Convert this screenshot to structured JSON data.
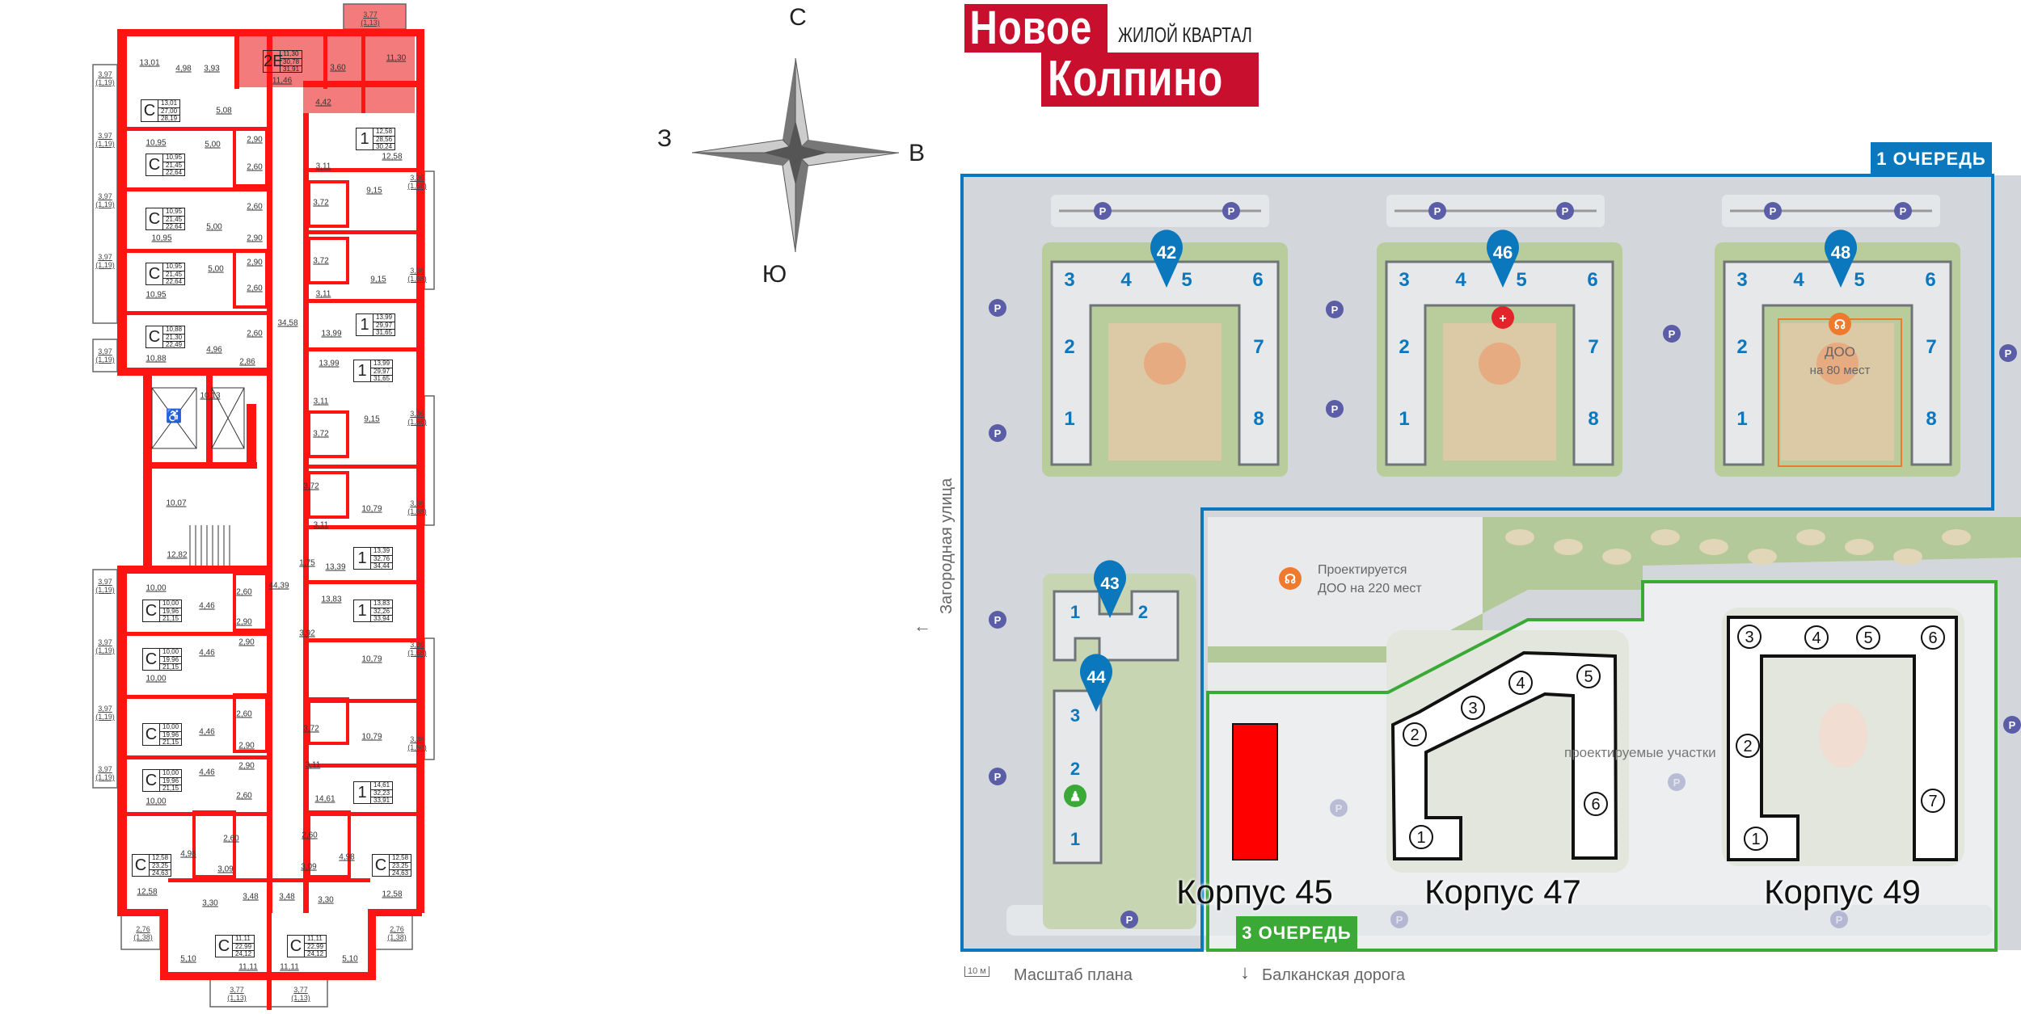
{
  "colors": {
    "plan_wall": "#ff1414",
    "plan_highlight": "#f47b7b",
    "brand_red": "#c8102e",
    "phase1_blue": "#0b78bd",
    "phase3_green": "#3aa935",
    "selected_building": "#ff0000",
    "parking": "#5b5ea6",
    "medical": "#e3242b",
    "kindergarten": "#ee7a2e",
    "school": "#3aa935"
  },
  "floorplan": {
    "highlighted_apartment": "2E",
    "apartments": [
      {
        "type": "C",
        "areas": [
          "13,01",
          "27,00",
          "28,19"
        ]
      },
      {
        "type": "C",
        "areas": [
          "10,95",
          "21,45",
          "22,64"
        ]
      },
      {
        "type": "C",
        "areas": [
          "10,95",
          "21,45",
          "22,64"
        ]
      },
      {
        "type": "C",
        "areas": [
          "10,95",
          "21,45",
          "22,64"
        ]
      },
      {
        "type": "C",
        "areas": [
          "10,88",
          "21,30",
          "22,49"
        ]
      },
      {
        "type": "2E",
        "areas": [
          "11,30",
          "30,78",
          "31,91"
        ]
      },
      {
        "type": "1",
        "areas": [
          "12,58",
          "28,56",
          "30,24"
        ]
      },
      {
        "type": "1",
        "areas": [
          "13,99",
          "29,97",
          "31,65"
        ]
      },
      {
        "type": "1",
        "areas": [
          "13,99",
          "29,97",
          "31,65"
        ]
      },
      {
        "type": "1",
        "areas": [
          "13,39",
          "32,76",
          "34,44"
        ]
      },
      {
        "type": "1",
        "areas": [
          "13,83",
          "32,26",
          "33,94"
        ]
      },
      {
        "type": "1",
        "areas": [
          "14,61",
          "32,23",
          "33,91"
        ]
      },
      {
        "type": "C",
        "areas": [
          "10,00",
          "19,96",
          "21,15"
        ]
      },
      {
        "type": "C",
        "areas": [
          "10,00",
          "19,96",
          "21,15"
        ]
      },
      {
        "type": "C",
        "areas": [
          "10,00",
          "19,96",
          "21,15"
        ]
      },
      {
        "type": "C",
        "areas": [
          "10,00",
          "19,96",
          "21,15"
        ]
      },
      {
        "type": "C",
        "areas": [
          "12,58",
          "23,25",
          "24,63"
        ]
      },
      {
        "type": "C",
        "areas": [
          "11,11",
          "22,99",
          "24,12"
        ]
      },
      {
        "type": "C",
        "areas": [
          "11,11",
          "22,99",
          "24,12"
        ]
      },
      {
        "type": "C",
        "areas": [
          "12,58",
          "23,25",
          "24,63"
        ]
      }
    ],
    "rooms": [
      "13,01",
      "4,98",
      "3,93",
      "5,08",
      "10,95",
      "5,00",
      "2,90",
      "2,60",
      "2,60",
      "5,00",
      "10,95",
      "2,90",
      "2,90",
      "5,00",
      "10,95",
      "2,60",
      "2,60",
      "10,88",
      "4,96",
      "2,86",
      "10,13",
      "10,07",
      "12,82",
      "34,58",
      "44,39",
      "10,00",
      "4,46",
      "2,60",
      "2,90",
      "2,90",
      "4,46",
      "10,00",
      "2,60",
      "4,46",
      "2,90",
      "2,90",
      "4,46",
      "10,00",
      "2,60",
      "12,58",
      "4,98",
      "2,60",
      "3,09",
      "3,30",
      "3,48",
      "5,10",
      "11,11",
      "11,11",
      "5,10",
      "3,48",
      "3,30",
      "2,60",
      "3,09",
      "4,98",
      "12,58",
      "11,46",
      "3,60",
      "11,30",
      "4,42",
      "12,58",
      "3,11",
      "3,72",
      "9,15",
      "3,72",
      "9,15",
      "3,11",
      "13,99",
      "13,99",
      "3,11",
      "9,15",
      "3,72",
      "3,72",
      "10,79",
      "3,11",
      "1,75",
      "13,39",
      "13,83",
      "3,92",
      "10,79",
      "3,72",
      "10,79",
      "3,11",
      "14,61"
    ],
    "balconies": [
      [
        "3,97",
        "(1,19)"
      ],
      [
        "3,97",
        "(1,19)"
      ],
      [
        "3,97",
        "(1,19)"
      ],
      [
        "3,97",
        "(1,19)"
      ],
      [
        "3,97",
        "(1,19)"
      ],
      [
        "3,97",
        "(1,19)"
      ],
      [
        "3,97",
        "(1,19)"
      ],
      [
        "3,97",
        "(1,19)"
      ],
      [
        "3,97",
        "(1,19)"
      ],
      [
        "3,36",
        "(1,68)"
      ],
      [
        "3,36",
        "(1,68)"
      ],
      [
        "3,36",
        "(1,68)"
      ],
      [
        "3,36",
        "(1,68)"
      ],
      [
        "3,36",
        "(1,68)"
      ],
      [
        "3,36",
        "(1,68)"
      ],
      [
        "3,77",
        "(1,13)"
      ],
      [
        "3,77",
        "(1,13)"
      ],
      [
        "3,77",
        "(1,13)"
      ],
      [
        "2,76",
        "(1,38)"
      ],
      [
        "2,76",
        "(1,38)"
      ]
    ]
  },
  "compass": {
    "north": "С",
    "south": "Ю",
    "west": "З",
    "east": "В"
  },
  "logo": {
    "line1": "Новое",
    "line2": "Колпино",
    "tagline": "ЖИЛОЙ КВАРТАЛ"
  },
  "sitemap": {
    "phase1_label": "1 ОЧЕРЕДЬ",
    "phase3_label": "3 ОЧЕРЕДЬ",
    "parking_label": "P",
    "top_buildings": [
      {
        "number": "42",
        "sections": [
          "1",
          "2",
          "3",
          "4",
          "5",
          "6",
          "7",
          "8"
        ]
      },
      {
        "number": "46",
        "sections": [
          "1",
          "2",
          "3",
          "4",
          "5",
          "6",
          "7",
          "8"
        ]
      },
      {
        "number": "48",
        "sections": [
          "1",
          "2",
          "3",
          "4",
          "5",
          "6",
          "7",
          "8"
        ]
      }
    ],
    "kindergarten_48": {
      "line1": "ДОО",
      "line2": "на 80 мест"
    },
    "building_43": {
      "number": "43",
      "sections": [
        "1",
        "2"
      ]
    },
    "building_44": {
      "number": "44",
      "sections": [
        "3",
        "2",
        "1"
      ]
    },
    "planned_kindergarten": {
      "line1": "Проектируется",
      "line2": "ДОО на 220 мест"
    },
    "planned_plots": "проектируемые участки",
    "korpus_45": "Корпус 45",
    "korpus_47": {
      "label": "Корпус 47",
      "sections": [
        "1",
        "2",
        "3",
        "4",
        "5",
        "6"
      ]
    },
    "korpus_49": {
      "label": "Корпус 49",
      "sections": [
        "1",
        "2",
        "3",
        "4",
        "5",
        "6",
        "7"
      ]
    },
    "street_west": "Загородная улица",
    "road_south": "Балканская дорога",
    "scale_value": "10 м",
    "scale_label": "Масштаб плана"
  }
}
